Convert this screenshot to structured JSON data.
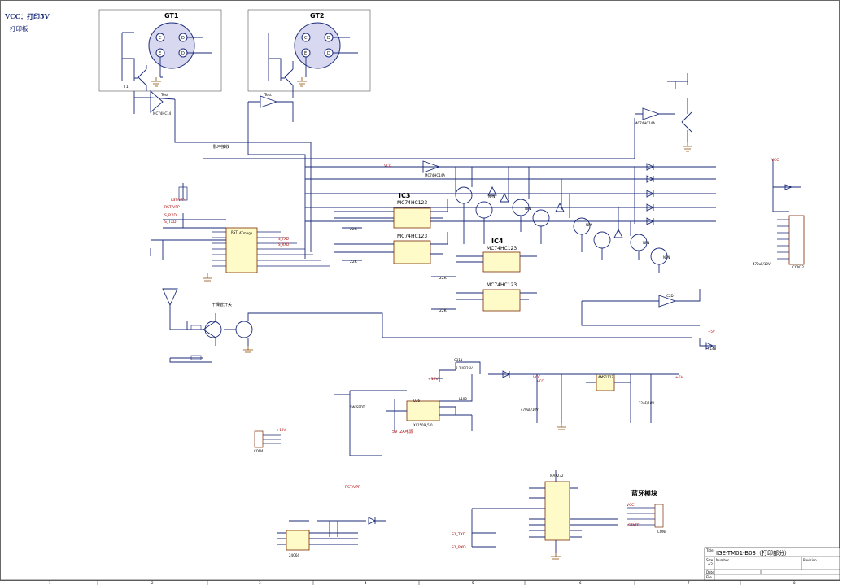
{
  "header": {
    "vcc_note": "VCC：打印5V",
    "board_note": "打印板"
  },
  "components": {
    "gt1": "GT1",
    "gt2": "GT2",
    "ic3": "IC3",
    "ic4": "IC4",
    "ic3a_part": "MC74HC123",
    "ic3b_part": "MC74HC123",
    "ic4a_part": "MC74HC123",
    "ic4b_part": "MC74HC123",
    "mcu": "ATmega"
  },
  "nets": {
    "pulse_enable": "脉冲接收",
    "dryer_switch": "干燥管开关",
    "power_label": "5V_2A电源",
    "rst_vpp": "RST/VPP",
    "s_rxd": "S_RXD",
    "s_txd": "S_TXD",
    "vcc": "VCC",
    "v12": "+12V",
    "v5": "+5V"
  },
  "sections": {
    "bluetooth": "蓝牙模块"
  },
  "title_block": {
    "title_label": "Title",
    "title": "IGE-TM01-B03（打印部分）",
    "size_label": "Size",
    "size": "A2",
    "number_label": "Number",
    "revision_label": "Revision",
    "date_label": "Date",
    "file_label": "File"
  },
  "ruler": [
    "1",
    "2",
    "3",
    "4",
    "5",
    "6",
    "7",
    "8"
  ]
}
